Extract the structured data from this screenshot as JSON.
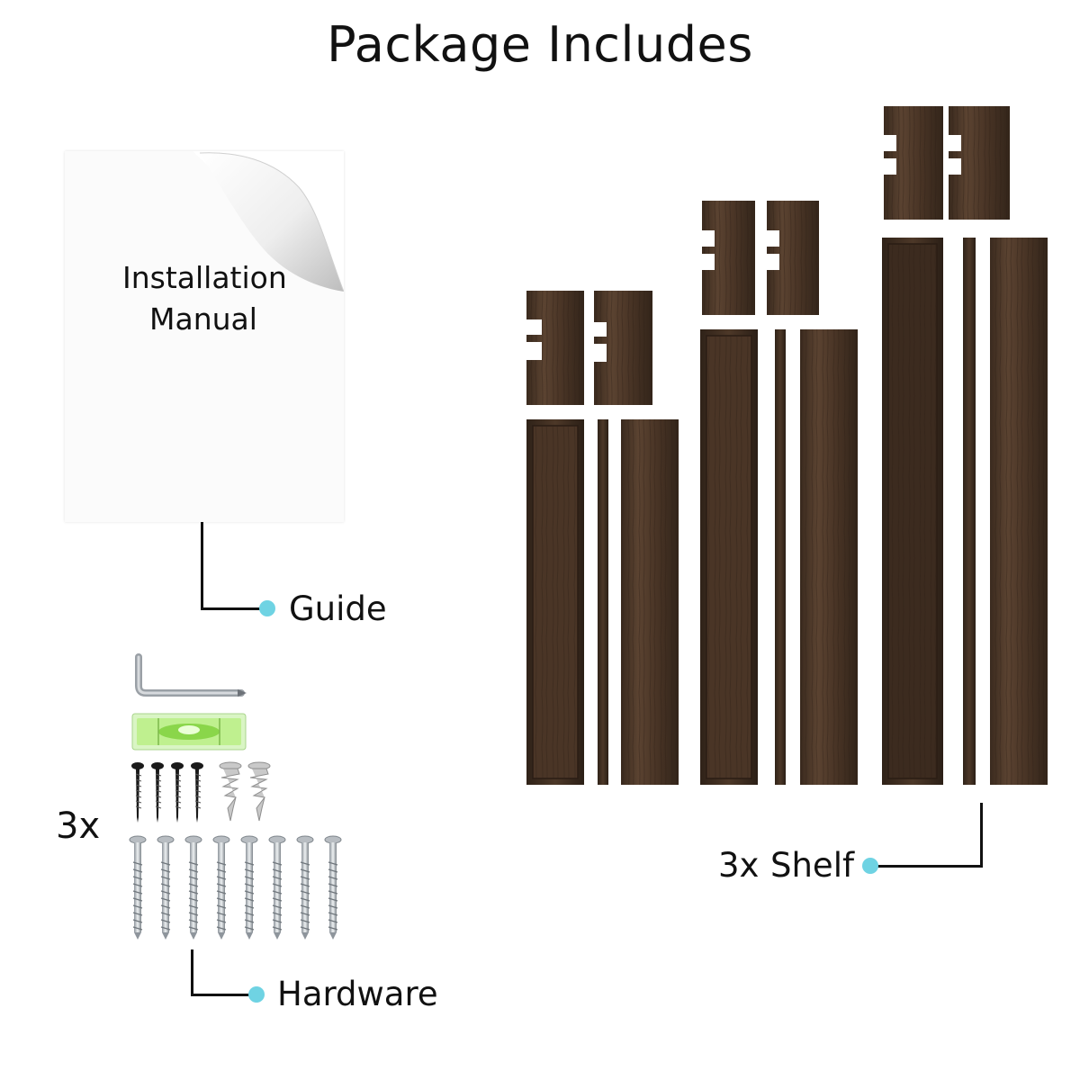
{
  "title": "Package Includes",
  "manual": {
    "line1": "Installation",
    "line2": "Manual"
  },
  "labels": {
    "guide": "Guide",
    "hardware": "Hardware",
    "shelf_count": "3x",
    "shelf": "Shelf",
    "hardware_count": "3x"
  },
  "colors": {
    "accent_dot": "#6fd3e3",
    "wood_dark": "#3d2b1f",
    "wood_mid": "#5a4230"
  },
  "icons": [
    "allen-key-icon",
    "spirit-level-icon",
    "black-screw-icon",
    "wall-anchor-icon",
    "silver-bolt-icon"
  ]
}
